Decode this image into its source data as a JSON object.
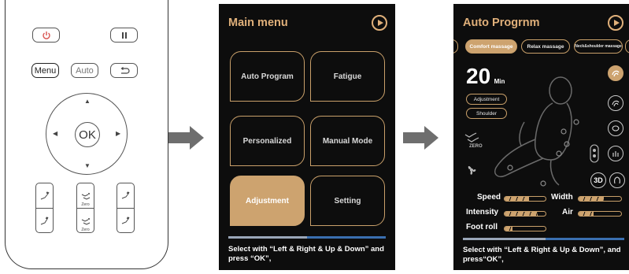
{
  "remote": {
    "power_icon": "power-icon",
    "pause_icon": "pause-icon",
    "menu_label": "Menu",
    "auto_label": "Auto",
    "back_icon": "back-arrow-icon",
    "ok_label": "OK",
    "zero_label": "Zero"
  },
  "main_menu": {
    "title": "Main menu",
    "tiles": [
      "Auto Program",
      "Fatigue",
      "Personalized",
      "Manual Mode",
      "Adjustment",
      "Setting"
    ],
    "selected_tile": "Adjustment",
    "hint": "Select with “Left & Right & Up & Down” and press “OK”,"
  },
  "auto_program": {
    "title": "Auto Progrnm",
    "chips": [
      "Comfort massage",
      "Relax massage",
      "Neck&shoulder massage"
    ],
    "selected_chip": "Comfort massage",
    "time_value": "20",
    "time_unit": "Min",
    "sub_buttons": [
      "Adjustment",
      "Shoulder"
    ],
    "zero_label": "ZERO",
    "mode_3d": "3D",
    "controls": {
      "speed_label": "Speed",
      "speed_level": 0.6,
      "width_label": "Width",
      "width_level": 0.6,
      "intensity_label": "Intensity",
      "intensity_level": 0.8,
      "air_label": "Air",
      "air_level": 0.35,
      "footroll_label": "Foot roll",
      "footroll_level": 0.2
    },
    "hint": "Select with “Left & Right & Up & Down”, and press“OK”,"
  },
  "colors": {
    "accent": "#cda36f",
    "screen_bg": "#0d0d0d",
    "power_red": "#d9534f",
    "bar_blue": "#3a6fb0"
  }
}
